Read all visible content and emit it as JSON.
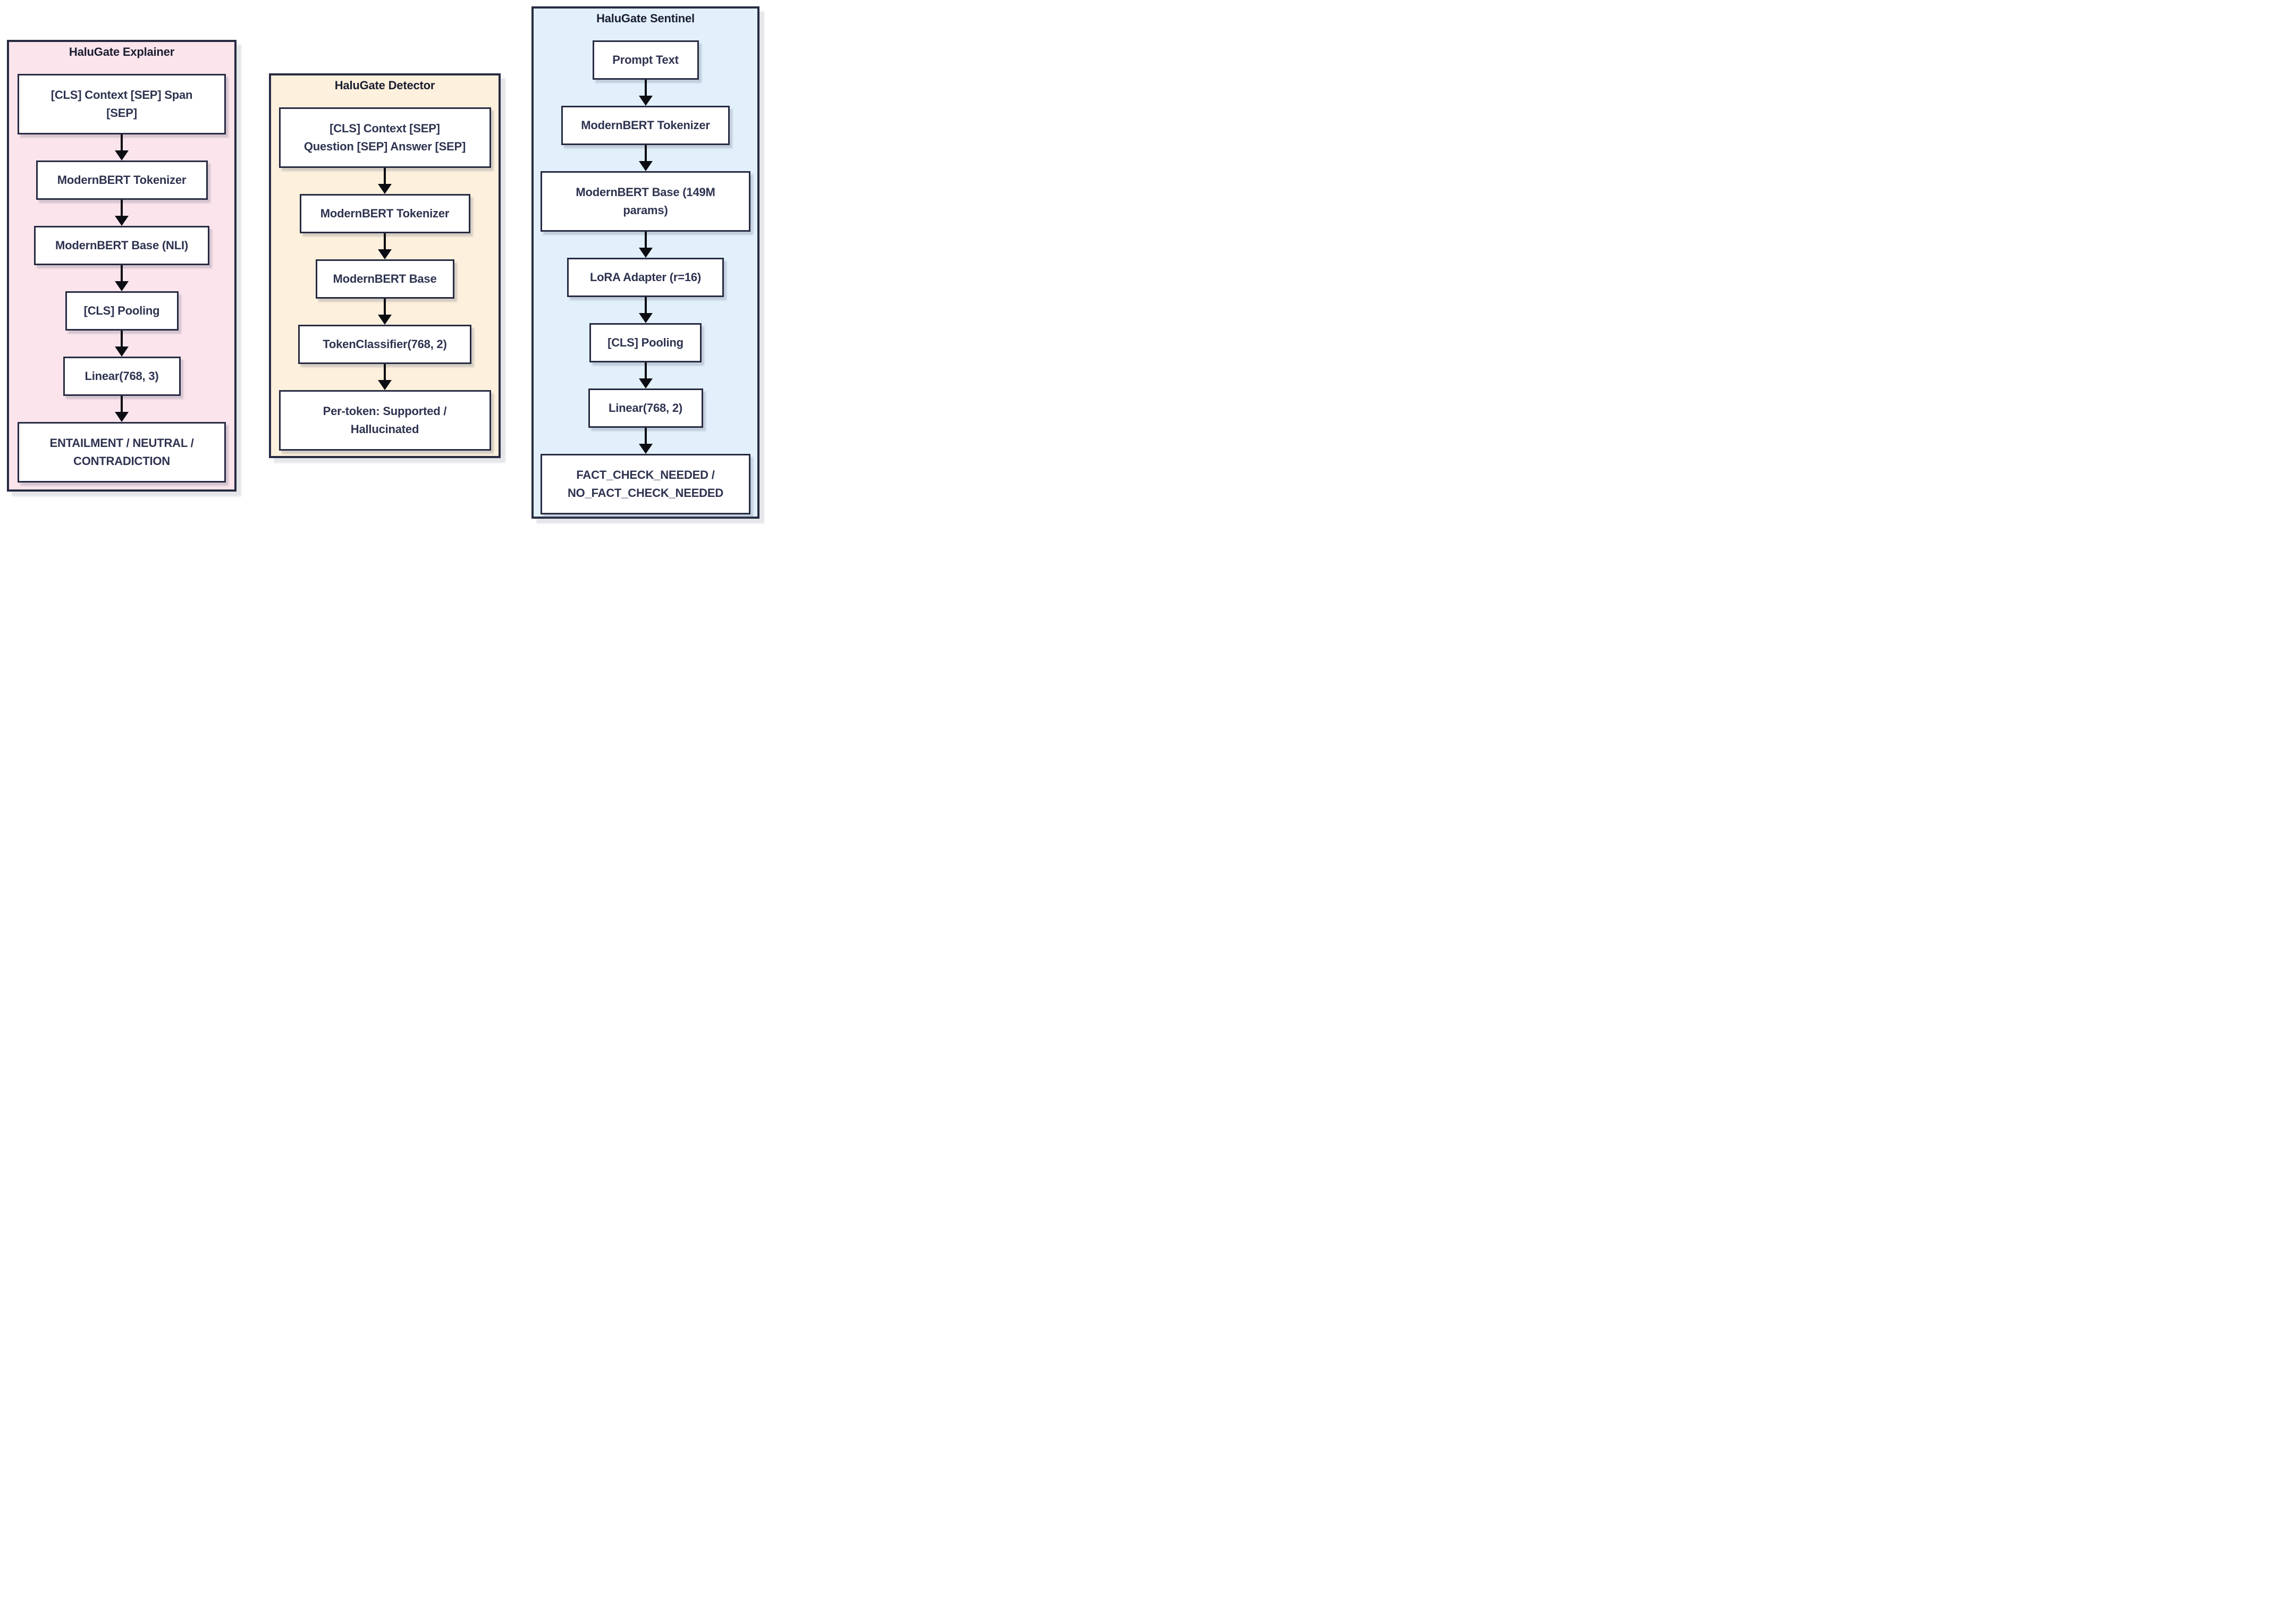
{
  "colors": {
    "page_background": "#ffffff",
    "panel_border": "#272b42",
    "node_border": "#272b42",
    "node_background": "#ffffff",
    "text": "#2e3350",
    "arrow": "#0c0d13",
    "explainer_background": "#fce4ec",
    "detector_background": "#fdf0dd",
    "sentinel_background": "#e2f0fc"
  },
  "panels": [
    {
      "id": "explainer",
      "title": "HaluGate Explainer",
      "background": "#fce4ec",
      "nodes": [
        {
          "label": "[CLS] Context [SEP] Span\n[SEP]"
        },
        {
          "label": "ModernBERT Tokenizer"
        },
        {
          "label": "ModernBERT Base (NLI)"
        },
        {
          "label": "[CLS] Pooling"
        },
        {
          "label": "Linear(768, 3)"
        },
        {
          "label": "ENTAILMENT / NEUTRAL /\nCONTRADICTION"
        }
      ]
    },
    {
      "id": "detector",
      "title": "HaluGate Detector",
      "background": "#fdf0dd",
      "nodes": [
        {
          "label": "[CLS] Context [SEP]\nQuestion [SEP] Answer [SEP]"
        },
        {
          "label": "ModernBERT Tokenizer"
        },
        {
          "label": "ModernBERT Base"
        },
        {
          "label": "TokenClassifier(768, 2)"
        },
        {
          "label": "Per-token: Supported /\nHallucinated"
        }
      ]
    },
    {
      "id": "sentinel",
      "title": "HaluGate Sentinel",
      "background": "#e2f0fc",
      "nodes": [
        {
          "label": "Prompt Text"
        },
        {
          "label": "ModernBERT Tokenizer"
        },
        {
          "label": "ModernBERT Base (149M\nparams)"
        },
        {
          "label": "LoRA Adapter (r=16)"
        },
        {
          "label": "[CLS] Pooling"
        },
        {
          "label": "Linear(768, 2)"
        },
        {
          "label": "FACT_CHECK_NEEDED /\nNO_FACT_CHECK_NEEDED"
        }
      ]
    }
  ]
}
